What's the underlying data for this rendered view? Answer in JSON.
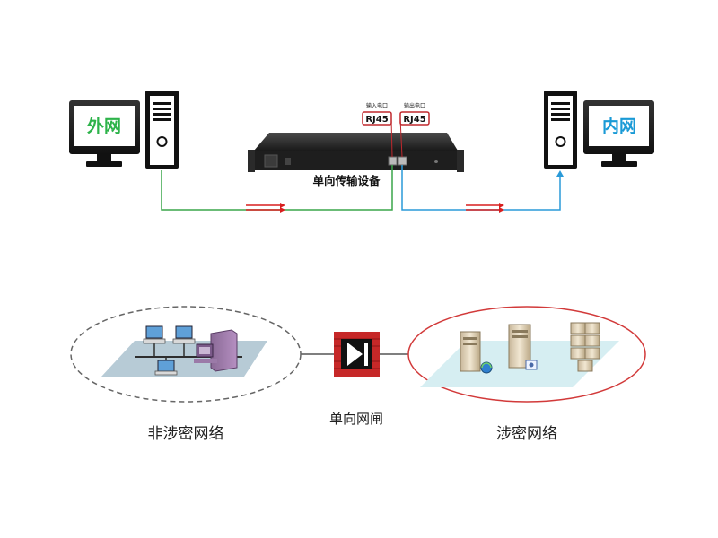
{
  "top": {
    "outer_label": "外网",
    "inner_label": "内网",
    "device_label": "单向传输设备",
    "input_port_caption": "输入电口",
    "output_port_caption": "输出电口",
    "input_port_type": "RJ45",
    "output_port_type": "RJ45"
  },
  "bottom": {
    "left_network_label": "非涉密网络",
    "gateway_label": "单向网闸",
    "right_network_label": "涉密网络"
  },
  "colors": {
    "outer_text": "#2db34a",
    "inner_text": "#1a9ad6",
    "left_link": "#3aa64a",
    "right_link": "#2a9ad8",
    "arrow_red": "#d81e1e",
    "port_box": "#c0282d",
    "gateway_red": "#c62828",
    "right_ellipse": "#d23a3a",
    "left_ellipse": "#666666"
  }
}
